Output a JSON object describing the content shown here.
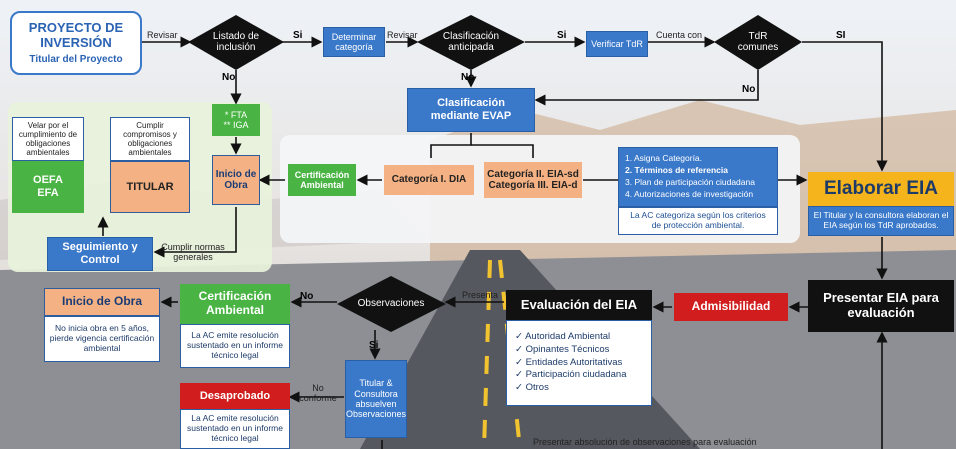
{
  "project": {
    "title": "PROYECTO DE INVERSIÓN",
    "subtitle": "Titular del Proyecto"
  },
  "flow": {
    "revisar_1": "Revisar",
    "listado": "Listado de inclusión",
    "si_1": "Si",
    "determinar": "Determinar categoría",
    "revisar_2": "Revisar",
    "clasif_anticipada": "Clasificación anticipada",
    "si_2": "Si",
    "verificar": "Verificar TdR",
    "cuenta_con": "Cuenta con",
    "tdr_comunes": "TdR comunes",
    "si_3": "SI",
    "no_1": "No",
    "no_2": "No",
    "no_3": "No",
    "fta": "* FTA\n** IGA",
    "inicio_obra_top": "Inicio de Obra",
    "clasif_evap": "Clasificación mediante EVAP",
    "certif_top": "Certificación Ambiental",
    "cat1": "Categoría I. DIA",
    "cat2": "Categoría II. EIA-sd\nCategoría III. EIA-d",
    "list_items": [
      "1. Asigna Categoría.",
      "2. Términos de referencia",
      "3. Plan de participación ciudadana",
      "4. Autorizaciones de investigación"
    ],
    "ac_categoriza": "La AC categoriza según los criterios de protección ambiental.",
    "elaborar": "Elaborar EIA",
    "elaborar_desc": "El Titular y la consultora elaboran el EIA según los TdR aprobados.",
    "velar": "Velar por el cumplimiento de obligaciones ambientales",
    "cumplir": "Cumplir compromisos y obligaciones ambientales",
    "oefa": "OEFA\nEFA",
    "titular": "TITULAR",
    "seguimiento": "Seguimiento y Control",
    "cumplir_normas": "Cumplir normas generales",
    "presentar_eia": "Presentar EIA para evaluación",
    "admisibilidad": "Admisibilidad",
    "evaluacion": "Evaluación del EIA",
    "eval_items": [
      "✓ Autoridad Ambiental",
      "✓ Opinantes Técnicos",
      "✓ Entidades Autoritativas",
      "✓ Participación ciudadana",
      "✓ Otros"
    ],
    "presenta": "Presenta",
    "observaciones": "Observaciones",
    "no_4": "No",
    "si_4": "Si",
    "certif_bottom": "Certificación Ambiental",
    "certif_bottom_desc": "La AC emite resolución sustentado en un informe técnico legal",
    "inicio_obra_bottom": "Inicio de Obra",
    "inicio_obra_desc": "No inicia obra en 5 años, pierde vigencia certificación ambiental",
    "titular_consultora": "Titular & Consultora absuelven Observaciones",
    "no_conforme": "No conforme",
    "desaprobado": "Desaprobado",
    "desaprobado_desc": "La AC emite resolución sustentado en un informe técnico legal",
    "presentar_absolucion": "Presentar absolución de observaciones para evaluación"
  },
  "colors": {
    "blue": "#3a78c9",
    "green": "#49b443",
    "salmon": "#f4b183",
    "dark": "#111111",
    "red": "#d11d1d",
    "gold": "#f6b41c"
  }
}
